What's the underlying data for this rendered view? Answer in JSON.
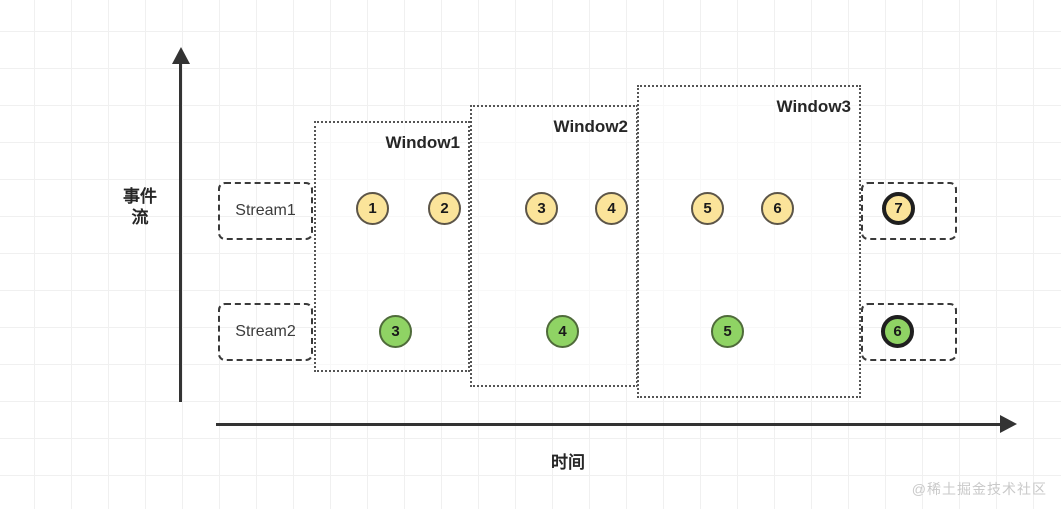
{
  "diagram": {
    "axes": {
      "y_label": "事件\n流",
      "x_label": "时间"
    },
    "streams": [
      {
        "id": "stream1",
        "label": "Stream1"
      },
      {
        "id": "stream2",
        "label": "Stream2"
      }
    ],
    "stream_tail_boxes": [
      {
        "id": "stream1-tail"
      },
      {
        "id": "stream2-tail"
      }
    ],
    "windows": [
      {
        "id": "window1",
        "label": "Window1"
      },
      {
        "id": "window2",
        "label": "Window2"
      },
      {
        "id": "window3",
        "label": "Window3"
      }
    ],
    "events": {
      "stream1": [
        {
          "value": "1",
          "color": "yellow",
          "emphasized": false
        },
        {
          "value": "2",
          "color": "yellow",
          "emphasized": false
        },
        {
          "value": "3",
          "color": "yellow",
          "emphasized": false
        },
        {
          "value": "4",
          "color": "yellow",
          "emphasized": false
        },
        {
          "value": "5",
          "color": "yellow",
          "emphasized": false
        },
        {
          "value": "6",
          "color": "yellow",
          "emphasized": false
        },
        {
          "value": "7",
          "color": "yellow",
          "emphasized": true
        }
      ],
      "stream2": [
        {
          "value": "3",
          "color": "green",
          "emphasized": false
        },
        {
          "value": "4",
          "color": "green",
          "emphasized": false
        },
        {
          "value": "5",
          "color": "green",
          "emphasized": false
        },
        {
          "value": "6",
          "color": "green",
          "emphasized": true
        }
      ]
    },
    "watermark": "@稀土掘金技术社区",
    "colors": {
      "yellow_fill": "#fbe49a",
      "yellow_stroke": "#5c5548",
      "green_fill": "#8fd364",
      "green_stroke": "#4f6b3a",
      "axis": "#333333",
      "grid": "#f0f0f0",
      "window_border": "#555555",
      "stream_border": "#3a3a3a",
      "watermark": "#c9c9c9"
    }
  }
}
